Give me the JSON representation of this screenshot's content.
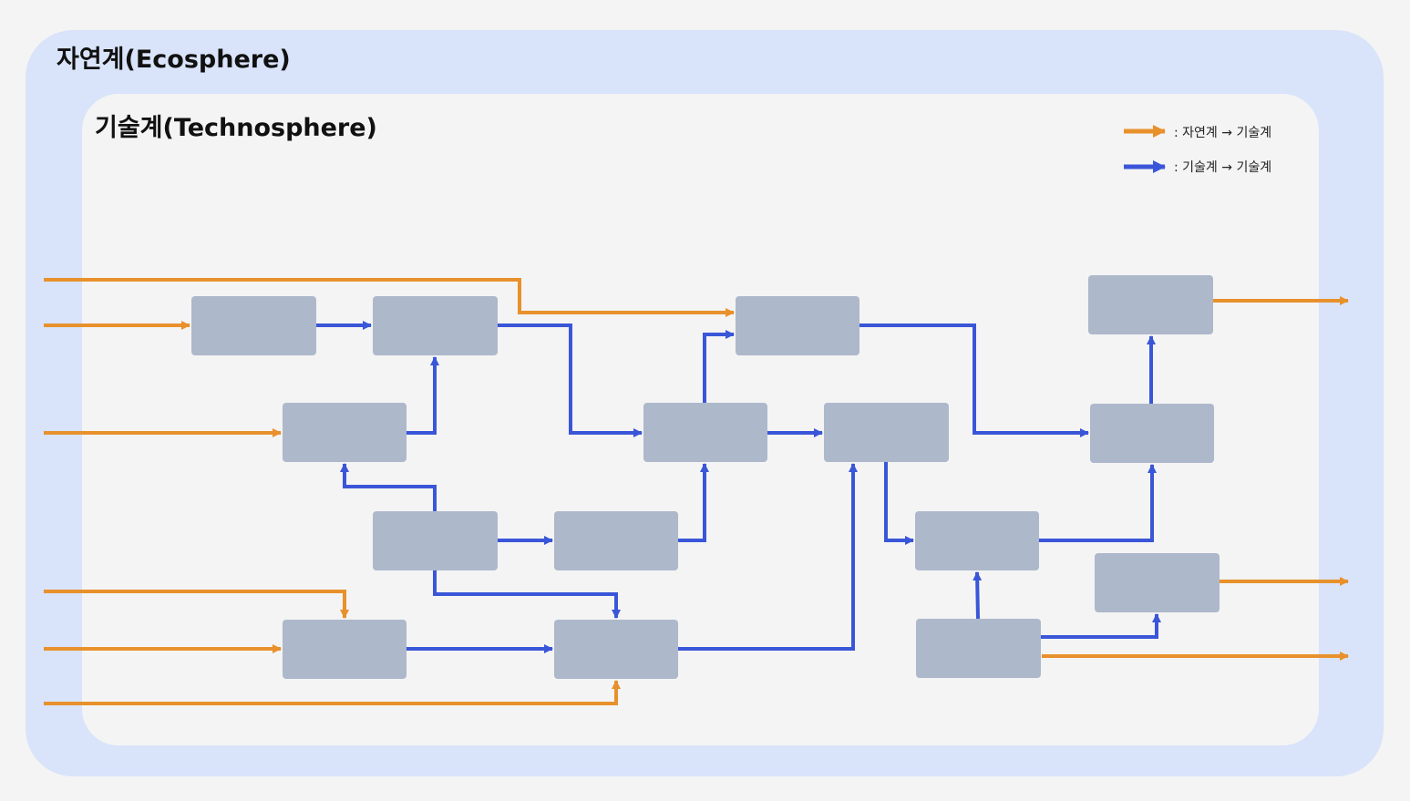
{
  "ecosphere": {
    "title": "자연계(Ecosphere)"
  },
  "technosphere": {
    "title": "기술계(Technosphere)"
  },
  "legend": {
    "items": [
      {
        "label": ": 자연계 → 기술계",
        "color": "#e8912c"
      },
      {
        "label": ": 기술계 → 기술계",
        "color": "#3a56d8"
      }
    ]
  },
  "colors": {
    "process_box": "#adb8cb",
    "eco_to_techno": "#e8912c",
    "techno_to_techno": "#3a56d8",
    "ecosphere_bg": "#d9e4fa",
    "technosphere_bg": "#f4f4f4"
  }
}
